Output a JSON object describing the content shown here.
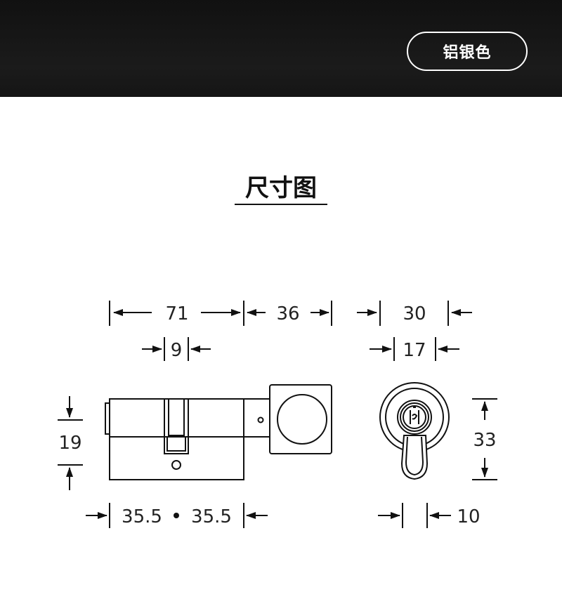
{
  "banner": {
    "color_label": "铝银色"
  },
  "section": {
    "title": "尺寸图"
  },
  "dimensions": {
    "length_total": "71",
    "length_knob": "36",
    "end_width": "30",
    "cam_width": "9",
    "inner_width": "17",
    "height_left": "19",
    "height_right": "33",
    "half_left": "35.5",
    "half_right": "35.5",
    "cam_thickness": "10"
  }
}
